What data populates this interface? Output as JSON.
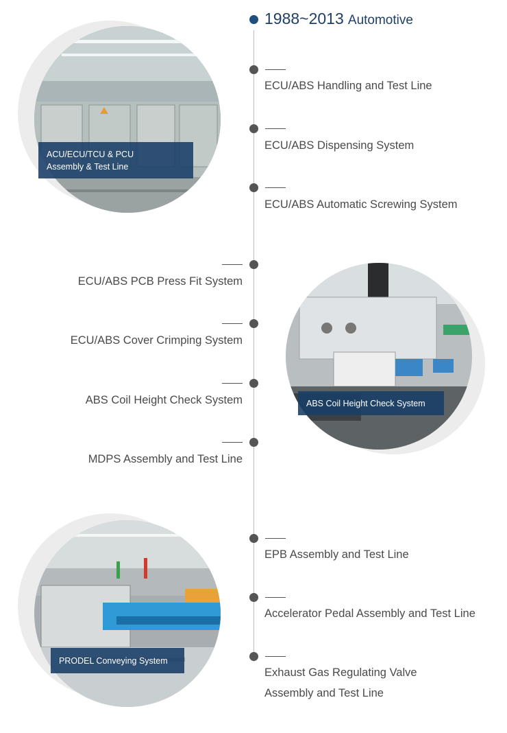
{
  "header": {
    "years": "1988~2013",
    "category": "Automotive"
  },
  "items": [
    {
      "label": "ECU/ABS Handling and Test Line"
    },
    {
      "label": "ECU/ABS Dispensing System"
    },
    {
      "label": "ECU/ABS Automatic Screwing System"
    },
    {
      "label": "ECU/ABS PCB Press Fit System"
    },
    {
      "label": "ECU/ABS Cover Crimping System"
    },
    {
      "label": "ABS Coil Height Check System"
    },
    {
      "label": "MDPS Assembly and Test Line"
    },
    {
      "label": "EPB Assembly and Test Line"
    },
    {
      "label": "Accelerator Pedal Assembly and Test Line"
    },
    {
      "label": "Exhaust Gas Regulating Valve\nAssembly and Test Line"
    }
  ],
  "photos": [
    {
      "caption": "ACU/ECU/TCU & PCU\nAssembly & Test Line"
    },
    {
      "caption": "ABS Coil Height Check System"
    },
    {
      "caption": "PRODEL Conveying System"
    }
  ],
  "colors": {
    "accent": "#1f4f7c",
    "caption_bg": "#183e66",
    "dot": "#555555",
    "line": "#bdbdbd"
  }
}
